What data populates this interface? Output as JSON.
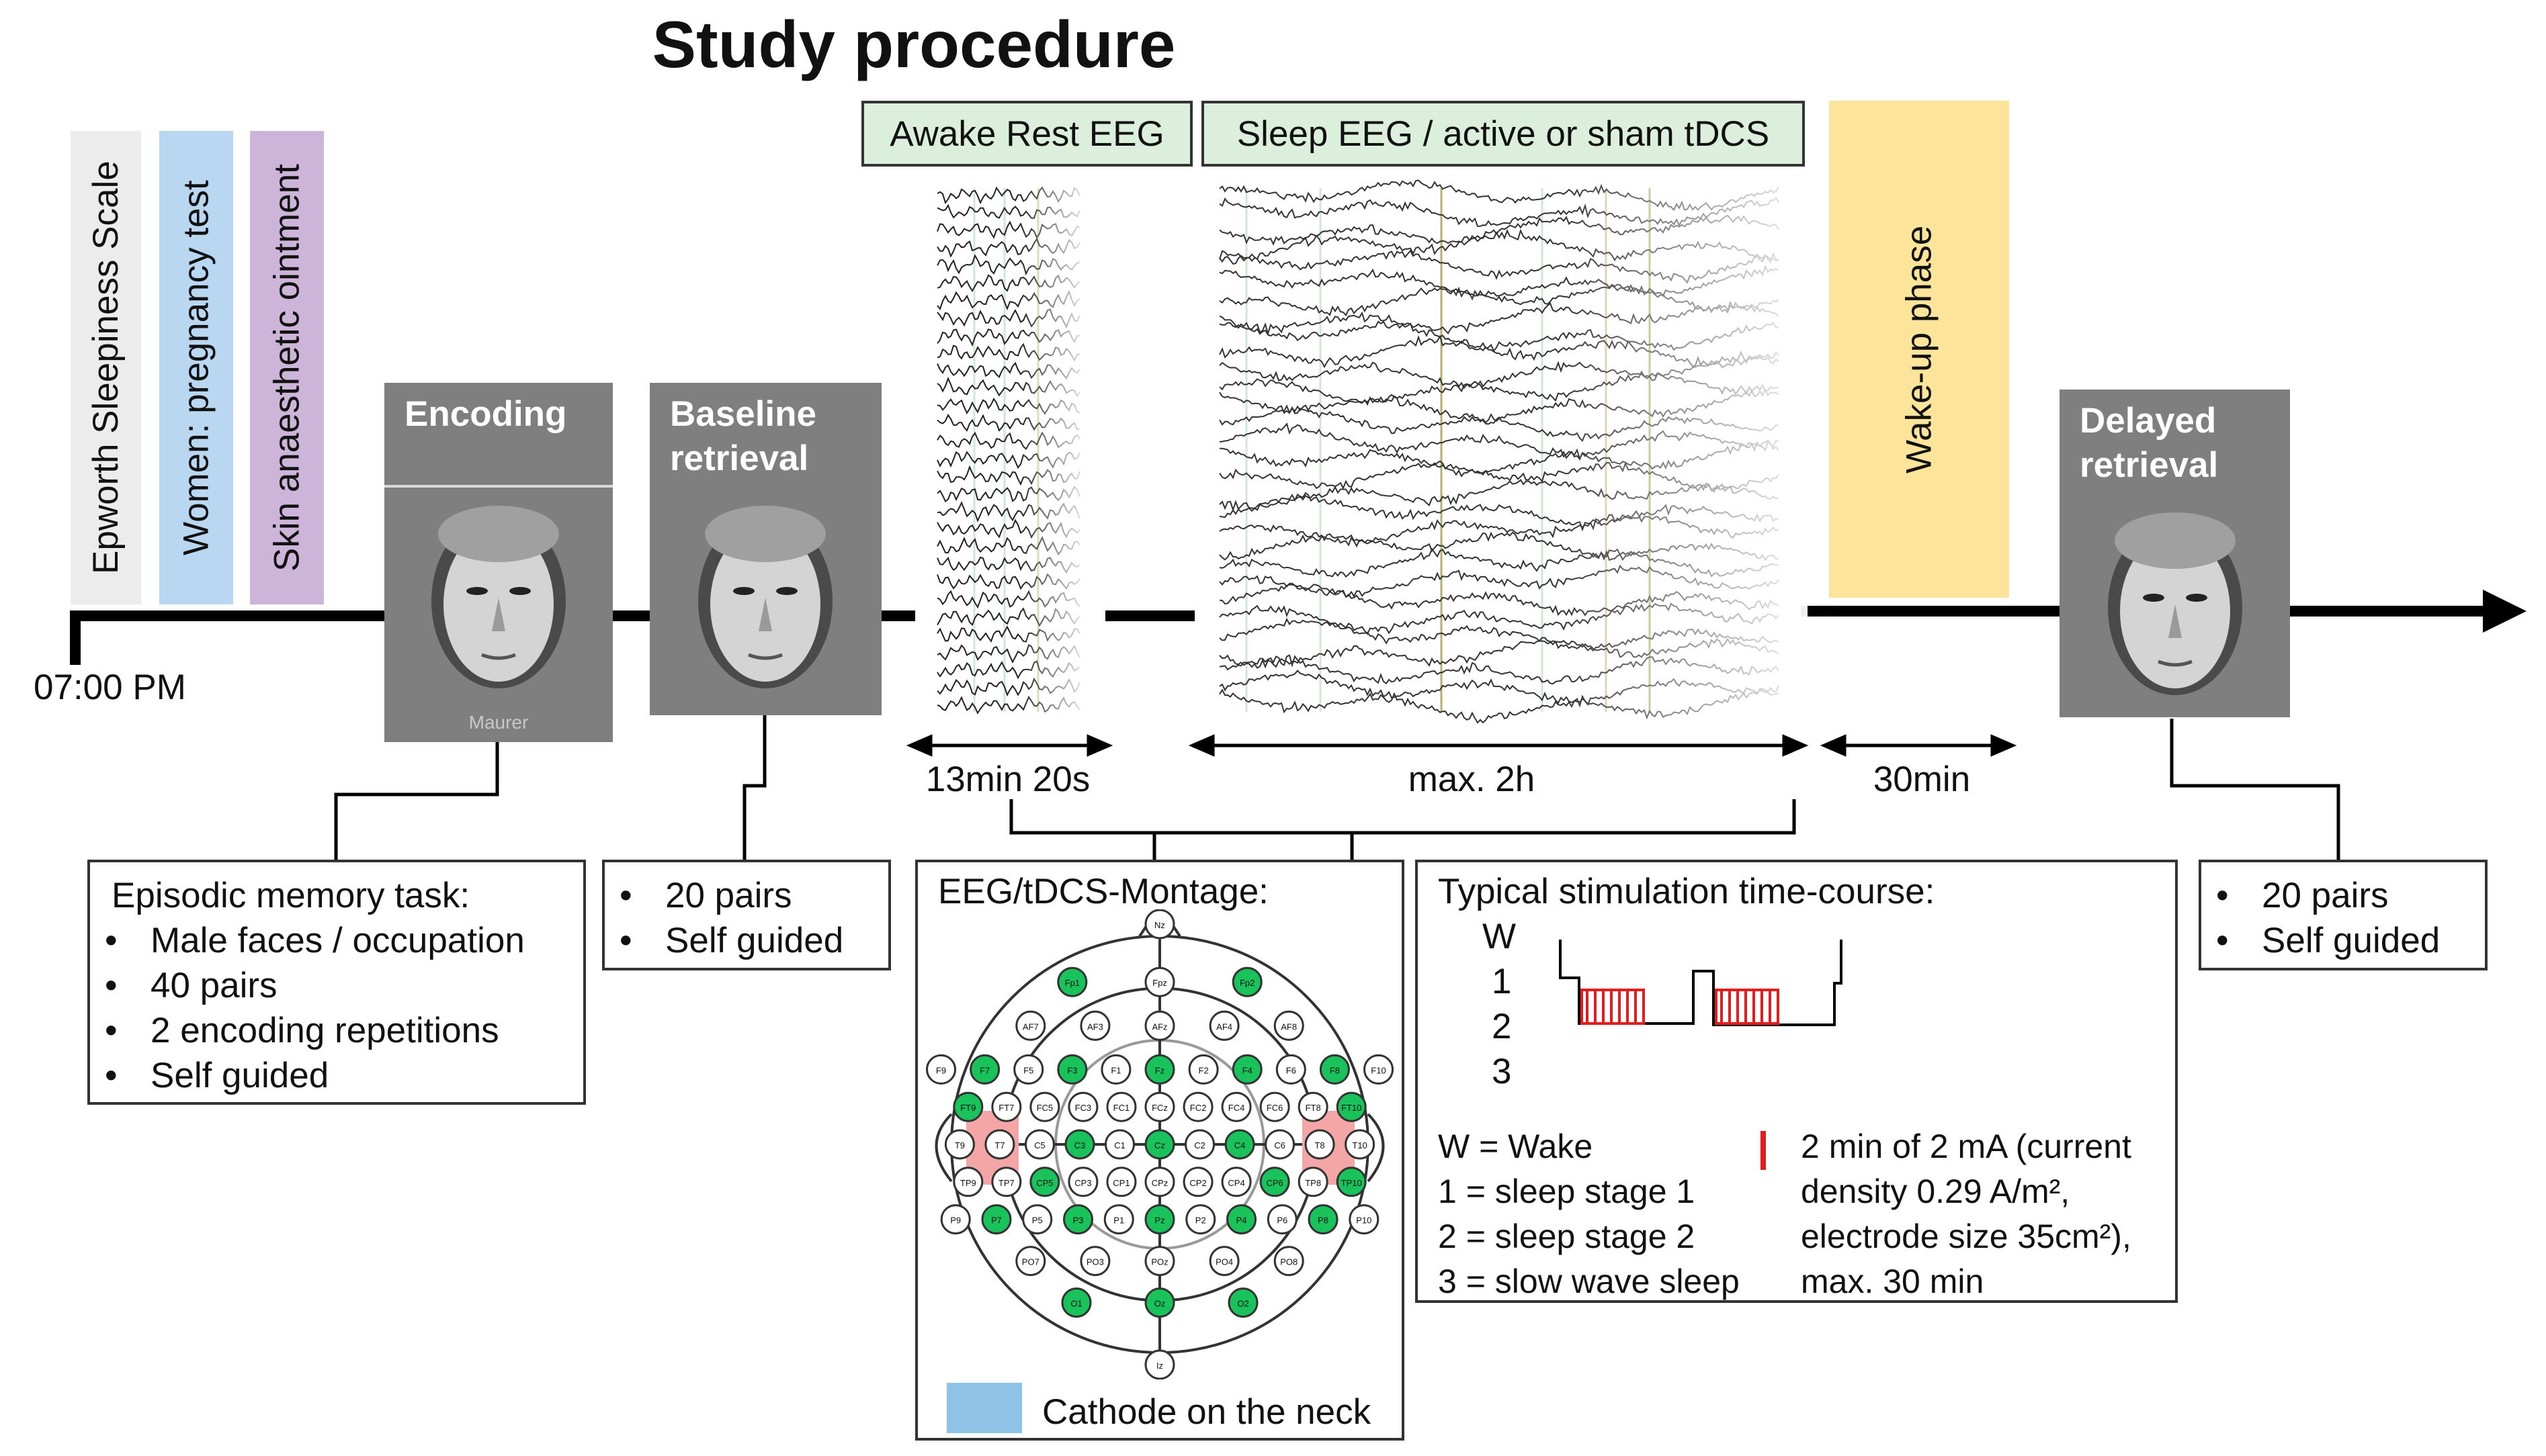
{
  "title": "Study procedure",
  "time_label": "07:00 PM",
  "pre_tasks": [
    {
      "label": "Epworth Sleepiness Scale",
      "color": "#ececec"
    },
    {
      "label": "Women: pregnancy test",
      "color": "#b9d7f0"
    },
    {
      "label": "Skin anaesthetic ointment",
      "color": "#cdb5d9"
    }
  ],
  "phases": {
    "encoding": {
      "title": "Encoding",
      "name_caption": "Maurer"
    },
    "baseline": {
      "title_line1": "Baseline",
      "title_line2": "retrieval"
    },
    "rest_eeg": {
      "label": "Awake Rest EEG",
      "duration": "13min 20s"
    },
    "sleep_eeg": {
      "label": "Sleep EEG / active or sham tDCS",
      "duration": "max. 2h"
    },
    "wake_up": {
      "label": "Wake-up phase",
      "duration": "30min",
      "color": "#fce49b"
    },
    "delayed": {
      "title_line1": "Delayed",
      "title_line2": "retrieval"
    }
  },
  "boxes": {
    "encoding": {
      "heading": "Episodic memory task:",
      "items": [
        "Male faces / occupation",
        "40 pairs",
        "2 encoding repetitions",
        "Self guided"
      ]
    },
    "baseline": {
      "items": [
        "20 pairs",
        "Self guided"
      ]
    },
    "delayed": {
      "items": [
        "20 pairs",
        "Self guided"
      ]
    },
    "montage": {
      "heading": "EEG/tDCS-Montage:",
      "legend": "Cathode on the neck",
      "anode_color": "#f4a6a6",
      "cathode_color": "#8fc3e8",
      "active_electrode_color": "#19c25a"
    },
    "stimulation": {
      "heading": "Typical stimulation time-course:",
      "levels": [
        "W",
        "1",
        "2",
        "3"
      ],
      "key": [
        "W = Wake",
        "1 = sleep stage 1",
        "2 = sleep stage 2",
        "3 = slow wave sleep"
      ],
      "note_lines": [
        "2 min of 2 mA (current",
        "density 0.29 A/m²,",
        "electrode size 35cm²),",
        "max. 30 min"
      ],
      "stim_color": "#e11d1d"
    }
  },
  "electrodes": [
    {
      "name": "Nz",
      "active": false
    },
    {
      "name": "Fp1",
      "active": true
    },
    {
      "name": "Fpz",
      "active": false
    },
    {
      "name": "Fp2",
      "active": true
    },
    {
      "name": "AF7",
      "active": false
    },
    {
      "name": "AF3",
      "active": false
    },
    {
      "name": "AFz",
      "active": false
    },
    {
      "name": "AF4",
      "active": false
    },
    {
      "name": "AF8",
      "active": false
    },
    {
      "name": "F9",
      "active": false
    },
    {
      "name": "F7",
      "active": true
    },
    {
      "name": "F5",
      "active": false
    },
    {
      "name": "F3",
      "active": true
    },
    {
      "name": "F1",
      "active": false
    },
    {
      "name": "Fz",
      "active": true
    },
    {
      "name": "F2",
      "active": false
    },
    {
      "name": "F4",
      "active": true
    },
    {
      "name": "F6",
      "active": false
    },
    {
      "name": "F8",
      "active": true
    },
    {
      "name": "F10",
      "active": false
    },
    {
      "name": "FT9",
      "active": true
    },
    {
      "name": "FT7",
      "active": false
    },
    {
      "name": "FC5",
      "active": false
    },
    {
      "name": "FC3",
      "active": false
    },
    {
      "name": "FC1",
      "active": false
    },
    {
      "name": "FCz",
      "active": false
    },
    {
      "name": "FC2",
      "active": false
    },
    {
      "name": "FC4",
      "active": false
    },
    {
      "name": "FC6",
      "active": false
    },
    {
      "name": "FT8",
      "active": false
    },
    {
      "name": "FT10",
      "active": true
    },
    {
      "name": "T9",
      "active": false
    },
    {
      "name": "T7",
      "active": false
    },
    {
      "name": "C5",
      "active": false
    },
    {
      "name": "C3",
      "active": true
    },
    {
      "name": "C1",
      "active": false
    },
    {
      "name": "Cz",
      "active": true
    },
    {
      "name": "C2",
      "active": false
    },
    {
      "name": "C4",
      "active": true
    },
    {
      "name": "C6",
      "active": false
    },
    {
      "name": "T8",
      "active": false
    },
    {
      "name": "T10",
      "active": false
    },
    {
      "name": "TP9",
      "active": false
    },
    {
      "name": "TP7",
      "active": false
    },
    {
      "name": "CP5",
      "active": true
    },
    {
      "name": "CP3",
      "active": false
    },
    {
      "name": "CP1",
      "active": false
    },
    {
      "name": "CPz",
      "active": false
    },
    {
      "name": "CP2",
      "active": false
    },
    {
      "name": "CP4",
      "active": false
    },
    {
      "name": "CP6",
      "active": true
    },
    {
      "name": "TP8",
      "active": false
    },
    {
      "name": "TP10",
      "active": true
    },
    {
      "name": "P9",
      "active": false
    },
    {
      "name": "P7",
      "active": true
    },
    {
      "name": "P5",
      "active": false
    },
    {
      "name": "P3",
      "active": true
    },
    {
      "name": "P1",
      "active": false
    },
    {
      "name": "Pz",
      "active": true
    },
    {
      "name": "P2",
      "active": false
    },
    {
      "name": "P4",
      "active": true
    },
    {
      "name": "P6",
      "active": false
    },
    {
      "name": "P8",
      "active": true
    },
    {
      "name": "P10",
      "active": false
    },
    {
      "name": "PO7",
      "active": false
    },
    {
      "name": "PO3",
      "active": false
    },
    {
      "name": "POz",
      "active": false
    },
    {
      "name": "PO4",
      "active": false
    },
    {
      "name": "PO8",
      "active": false
    },
    {
      "name": "O1",
      "active": true
    },
    {
      "name": "Oz",
      "active": true
    },
    {
      "name": "O2",
      "active": true
    },
    {
      "name": "Iz",
      "active": false
    }
  ]
}
